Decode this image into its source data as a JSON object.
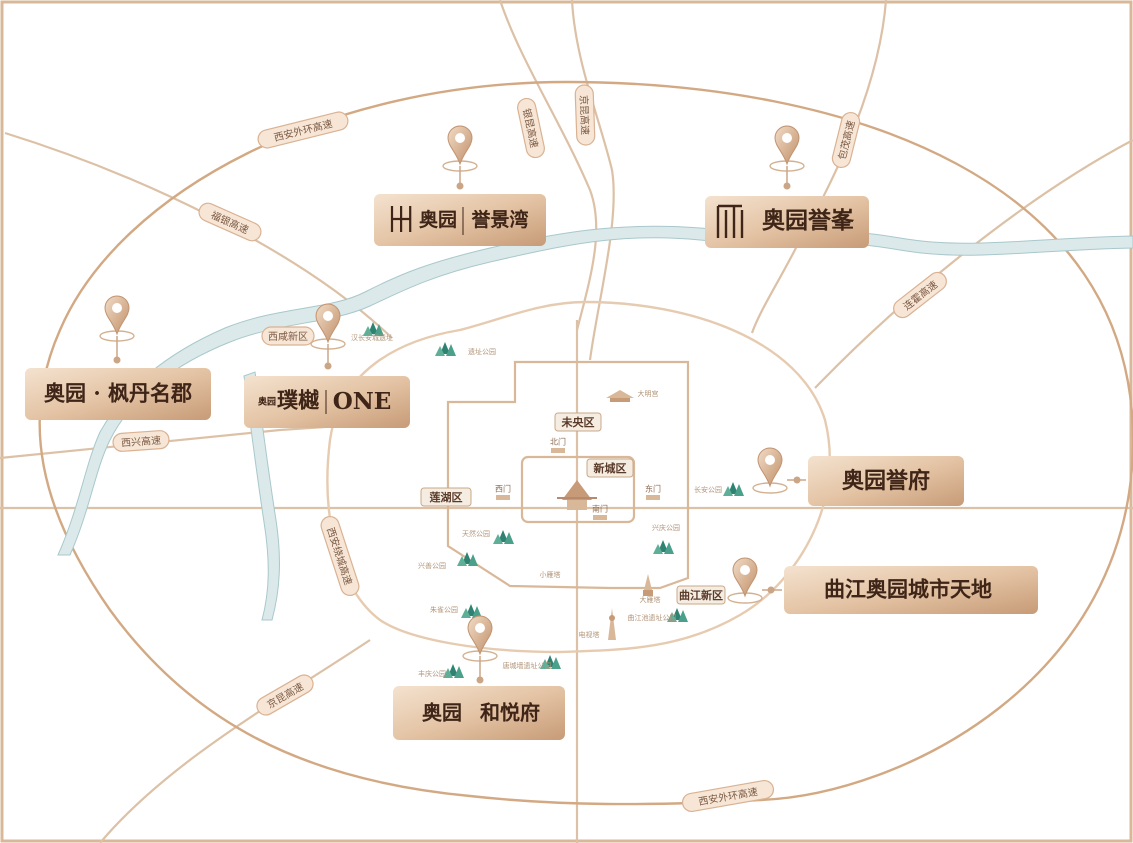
{
  "ring_road_labels": {
    "top": "西安外环高速",
    "bottom": "西安外环高速"
  },
  "highways": [
    {
      "id": "fuyin",
      "label": "福银高速"
    },
    {
      "id": "yinkun",
      "label": "银昆高速"
    },
    {
      "id": "jingkun",
      "label": "京昆高速"
    },
    {
      "id": "baomao",
      "label": "包茂高速"
    },
    {
      "id": "lianhuo",
      "label": "连霍高速"
    },
    {
      "id": "xixian",
      "label": "西咸新区"
    },
    {
      "id": "xixing",
      "label": "西兴高速"
    },
    {
      "id": "xian_ring",
      "label": "西安绕城高速"
    },
    {
      "id": "jinghu",
      "label": "京昆高速"
    }
  ],
  "districts": [
    {
      "id": "weiyang",
      "label": "未央区"
    },
    {
      "id": "xincheng",
      "label": "新城区"
    },
    {
      "id": "lianhu",
      "label": "莲湖区"
    },
    {
      "id": "qujiang",
      "label": "曲江新区"
    }
  ],
  "gates": {
    "north": "北门",
    "west": "西门",
    "east": "东门",
    "south": "南门"
  },
  "landmarks": {
    "daminggong": "大明宫",
    "tianhe": "天然公园",
    "xingqing": "兴庆公园",
    "xing": "兴善公园",
    "dayanta": "大雁塔",
    "zhuque": "朱雀公园",
    "dianshita": "电视塔",
    "xiaoyan": "小雁塔",
    "qinggongyuan": "遗址公园",
    "qujiang_pool": "曲江池遗址公园",
    "fengqing": "丰庆公园",
    "tang_park": "唐城墙遗址公园",
    "xiandai": "长安公园",
    "hanchang": "汉长安城遗址"
  },
  "projects": [
    {
      "id": "yujingwan",
      "brand": "奥园",
      "name": "誉景湾"
    },
    {
      "id": "yufeng",
      "brand": "奥园",
      "name": "奥园誉峯"
    },
    {
      "id": "fengdan",
      "name": "奥园 · 枫丹名郡"
    },
    {
      "id": "pulan",
      "brand": "奥园",
      "name": "璞樾",
      "suffix": "ONE"
    },
    {
      "id": "yufu",
      "name": "奥园誉府"
    },
    {
      "id": "qujiang",
      "name": "曲江奥园城市天地"
    },
    {
      "id": "heyue",
      "brand": "奥园",
      "name": "和悦府"
    }
  ],
  "colors": {
    "road": "#dcc1a6",
    "ring": "#d2a983",
    "river": "#dbe9ea",
    "river_edge": "#a9c8cb",
    "label_fill": "#e9cfb4",
    "label_text": "#3e2517",
    "pin": "#c9a17e",
    "tree": "#3d8f7d"
  }
}
